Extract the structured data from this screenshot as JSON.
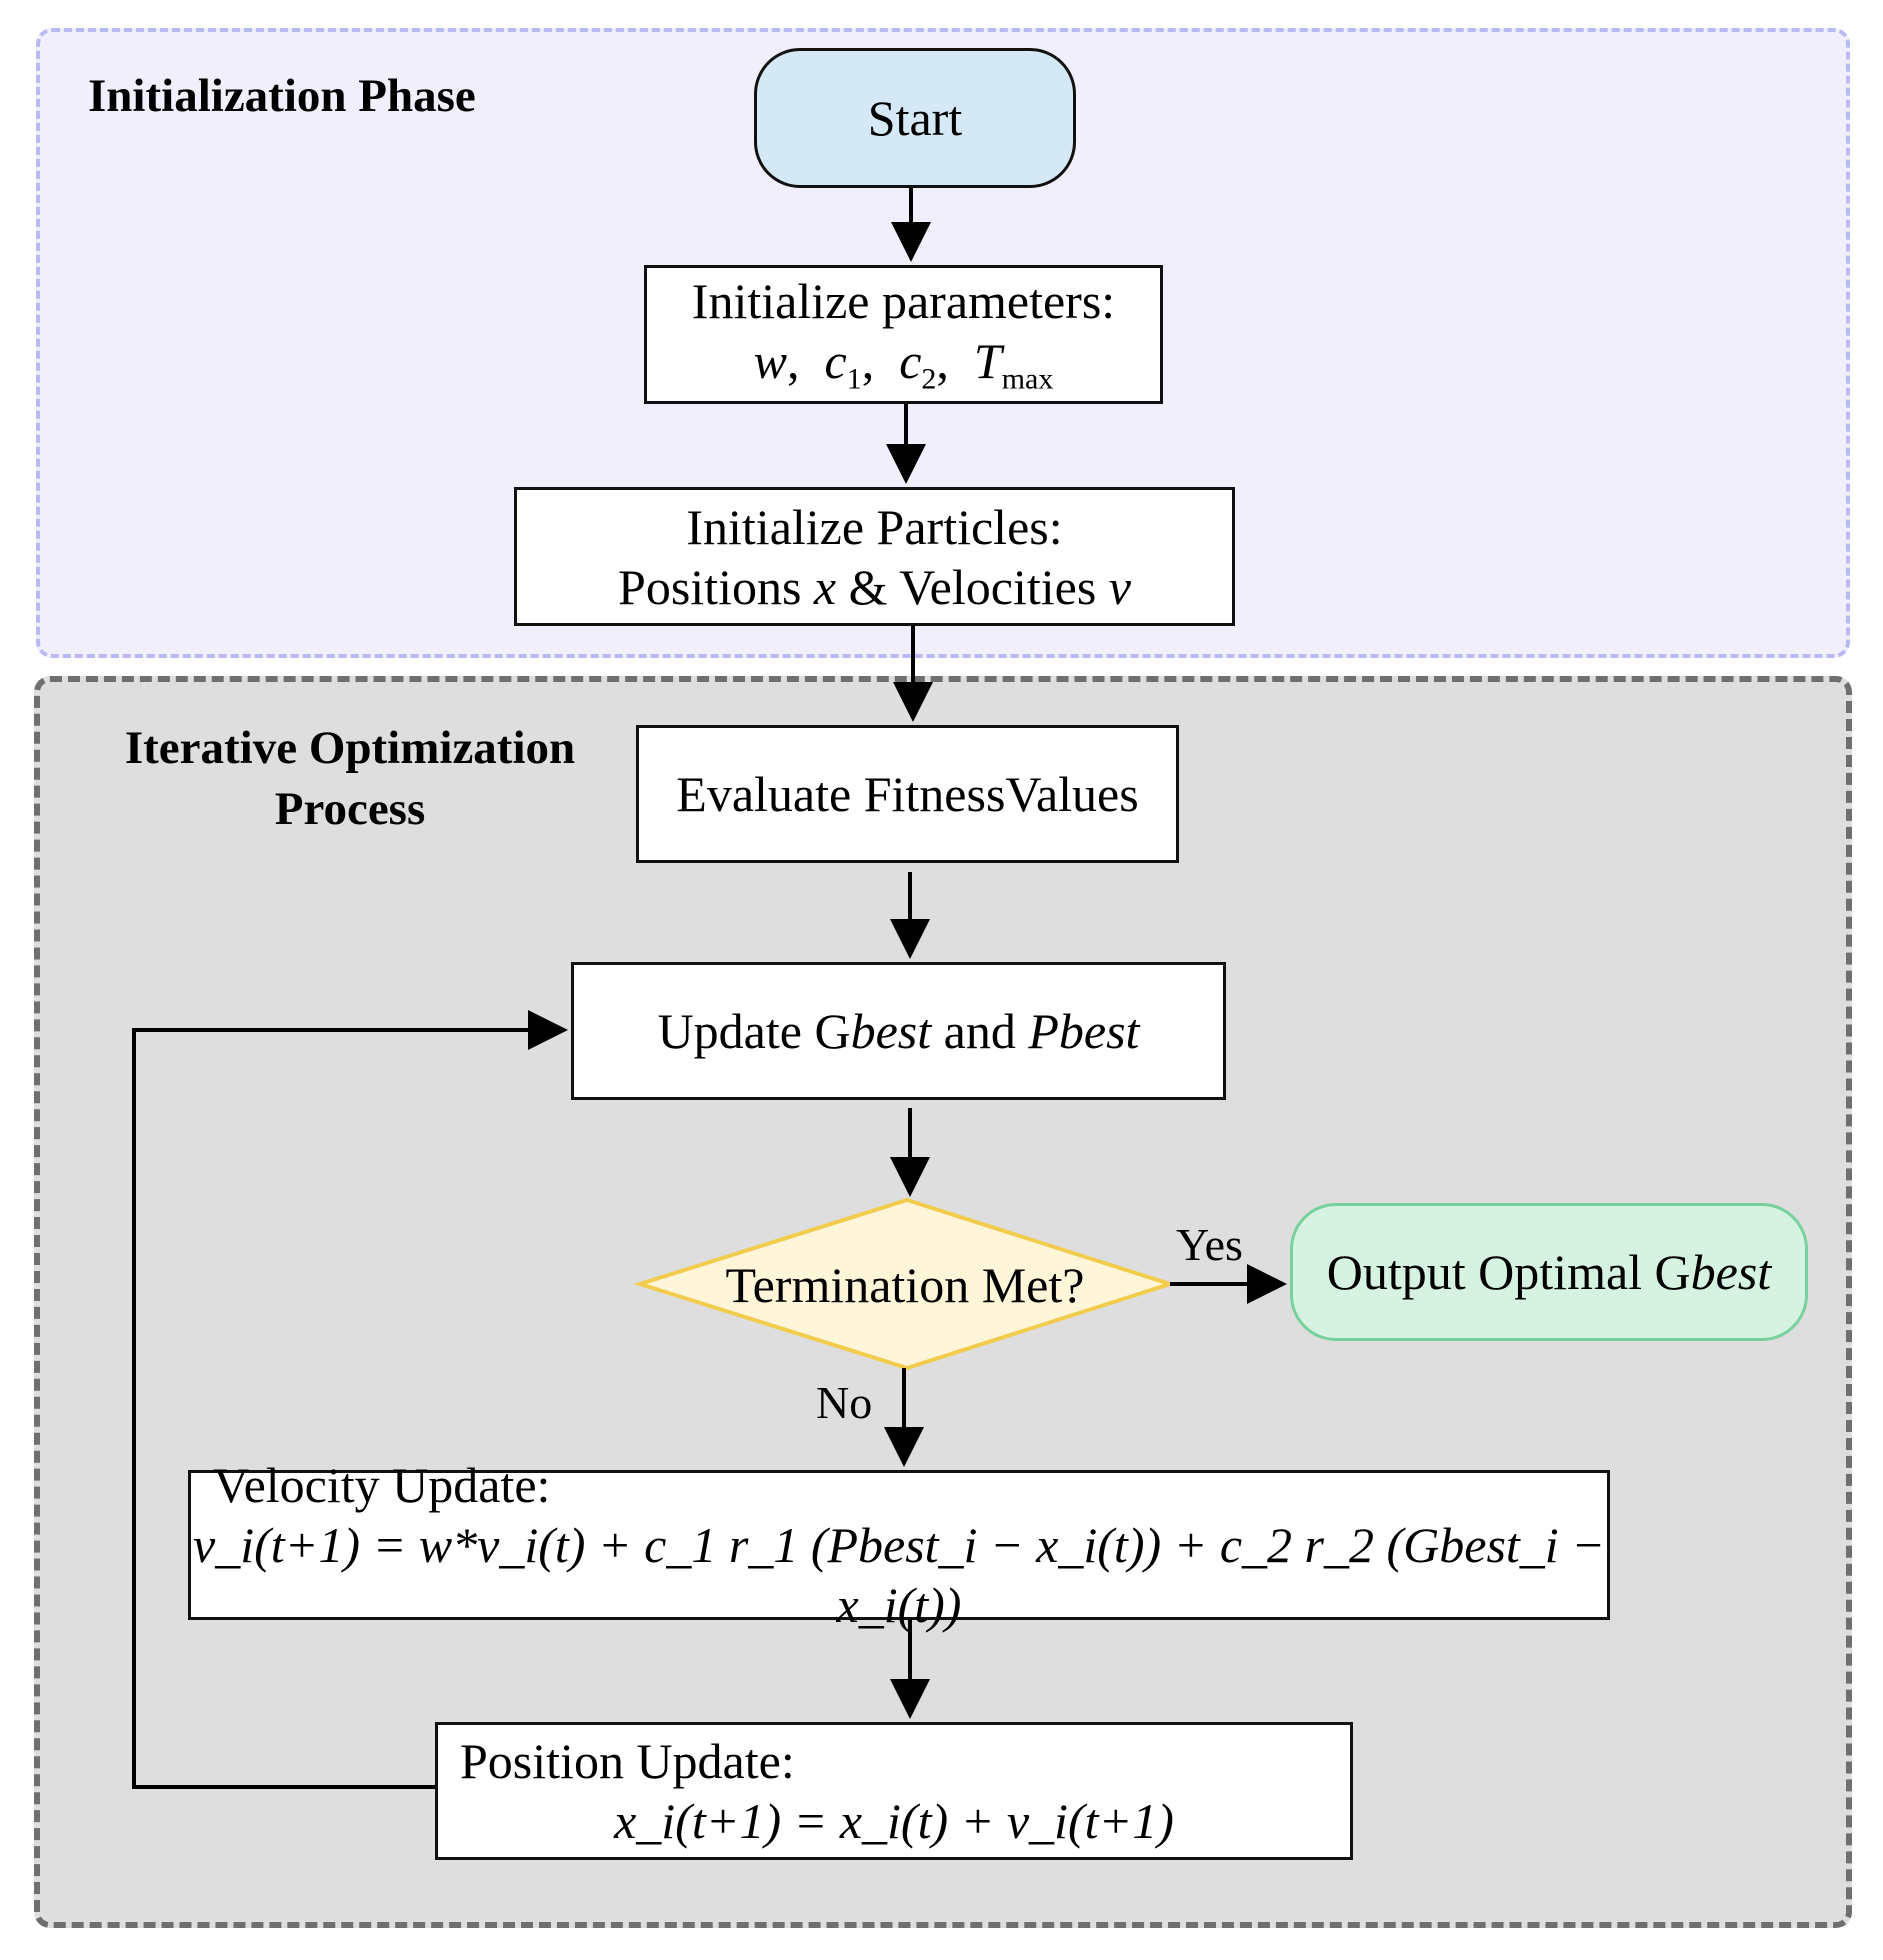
{
  "regions": {
    "initialization": {
      "title": "Initialization Phase"
    },
    "iterative": {
      "title_line1": "Iterative Optimization",
      "title_line2": "Process"
    }
  },
  "nodes": {
    "start": "Start",
    "init_params": {
      "heading": "Initialize parameters:",
      "w": "w",
      "c": "c",
      "one": "1",
      "two": "2",
      "T": "T",
      "max": "max",
      "sep": ","
    },
    "init_particles": {
      "heading": "Initialize Particles:",
      "positions": "Positions",
      "x": "x",
      "amp_velocities": "& Velocities",
      "v": "v"
    },
    "evaluate": "Evaluate FitnessValues",
    "update_best": {
      "prefix": "Update G",
      "best": "best",
      "and": "and",
      "pbest": "Pbest"
    },
    "decision": "Termination Met?",
    "output": {
      "prefix": "Output Optimal",
      "g": "G",
      "best": "best"
    },
    "velocity": {
      "heading": "Velocity Update:",
      "formula": "v_i(t+1) = w*v_i(t) + c_1 r_1 (Pbest_i − x_i(t)) + c_2 r_2 (Gbest_i − x_i(t))"
    },
    "position": {
      "heading": "Position Update:",
      "formula": "x_i(t+1) = x_i(t) + v_i(t+1)"
    }
  },
  "edge_labels": {
    "yes": "Yes",
    "no": "No"
  },
  "colors": {
    "init_region_fill": "#f0effb",
    "init_region_border": "#b9baf3",
    "iter_region_fill": "#dedede",
    "iter_region_border": "#6f6f6f",
    "start_fill": "#d5e8f5",
    "decision_fill": "#fff6d9",
    "decision_border": "#f2cc4d",
    "output_fill": "#d6f2e0",
    "output_border": "#78d19c"
  }
}
